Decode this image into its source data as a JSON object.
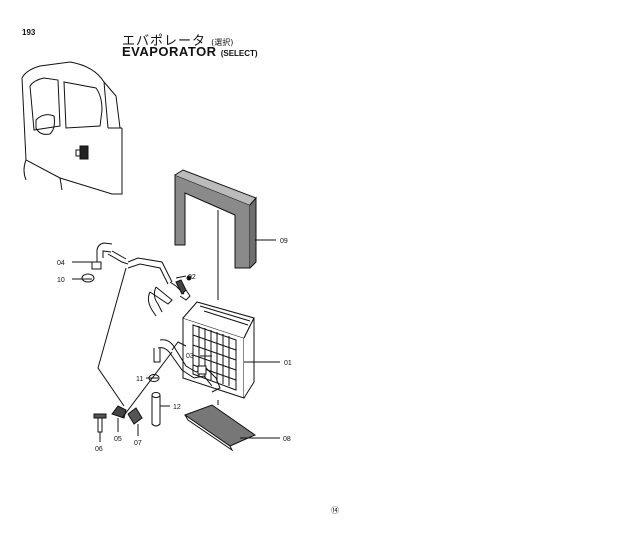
{
  "page_number": "193",
  "title_japanese": "エバポレータ",
  "title_japanese_note": "(選択)",
  "title_english": "EVAPORATOR",
  "title_english_note": "(SELECT)",
  "callouts": [
    "01",
    "02",
    "03",
    "04",
    "05",
    "06",
    "07",
    "08",
    "09",
    "10",
    "11",
    "12"
  ],
  "footer_mark": "⑭"
}
